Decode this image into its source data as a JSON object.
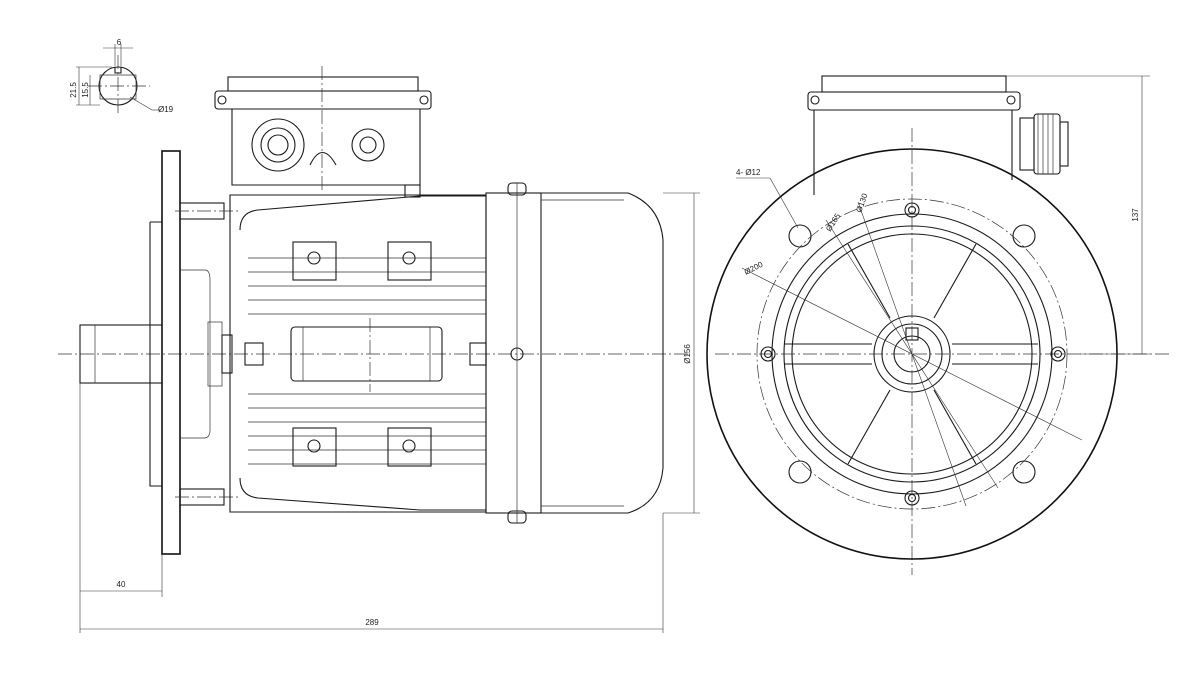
{
  "dimensions": {
    "shaft_key_width": "6",
    "shaft_key_height": "21.5",
    "shaft_key_depth": "15.5",
    "shaft_diameter": "Ø19",
    "shaft_length": "40",
    "overall_length": "289",
    "fan_cover_diameter": "Ø156",
    "bolt_holes": "4- Ø12",
    "pcd_outer": "Ø200",
    "pcd_mid": "Ø165",
    "pcd_inner": "Ø130",
    "height_to_axis": "137"
  }
}
